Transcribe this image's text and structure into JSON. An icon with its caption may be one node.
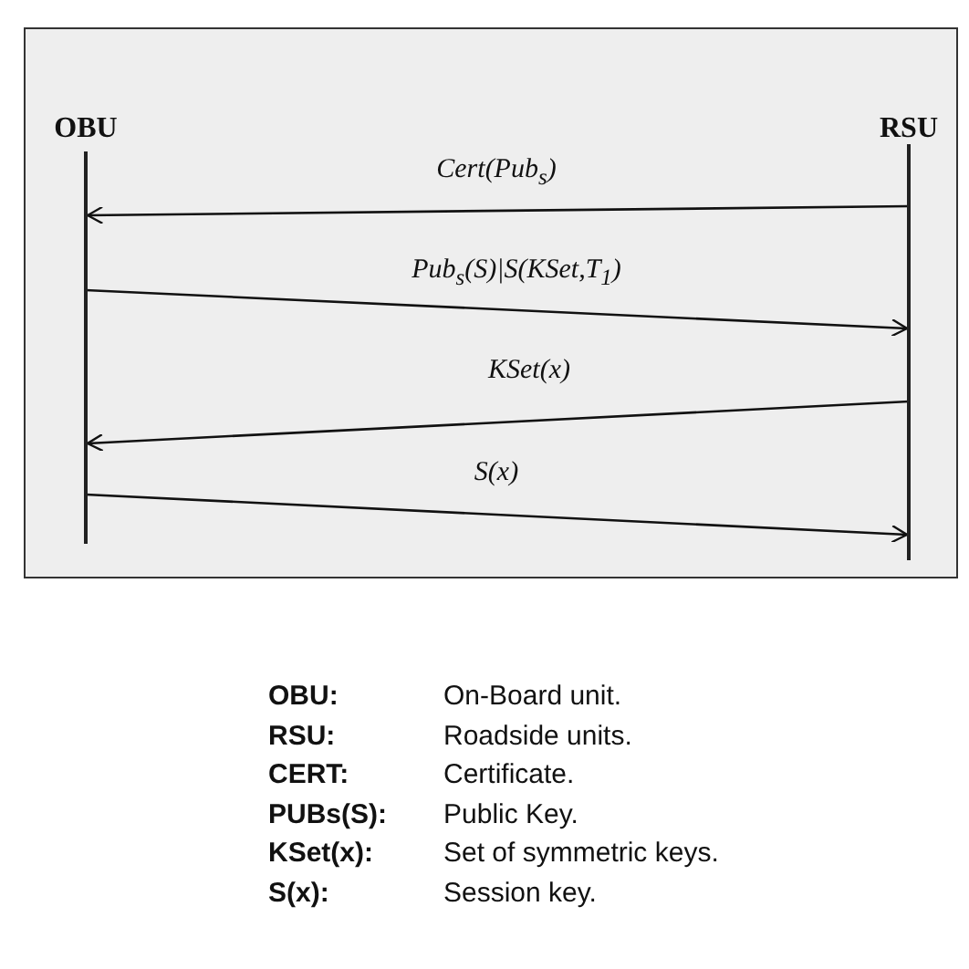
{
  "diagram": {
    "nodes": [
      {
        "text": [
          "OBU"
        ]
      },
      {
        "text": [
          "RSU"
        ]
      }
    ],
    "edges": [
      {
        "from": 1,
        "to": 0,
        "arrow": "to",
        "label": "Cert(Pub$_{s}$)"
      },
      {
        "from": 0,
        "to": 1,
        "arrow": "to",
        "label": "Pub$_{s}$(S)|S(KSet,T$_{1}$)"
      },
      {
        "from": 1,
        "to": 0,
        "arrow": "to",
        "label": "KSet(x)"
      },
      {
        "from": 0,
        "to": 1,
        "arrow": "to",
        "label": "S(x)"
      }
    ],
    "labels": [
      "OBU:",
      "On-Board unit.",
      "RSU:",
      "Roadside units.",
      "CERT:",
      "Certificate.",
      "PUBs(S):",
      "Public Key.",
      "KSet(x):",
      "Set of symmetric keys.",
      "S(x):",
      "Session key."
    ]
  }
}
